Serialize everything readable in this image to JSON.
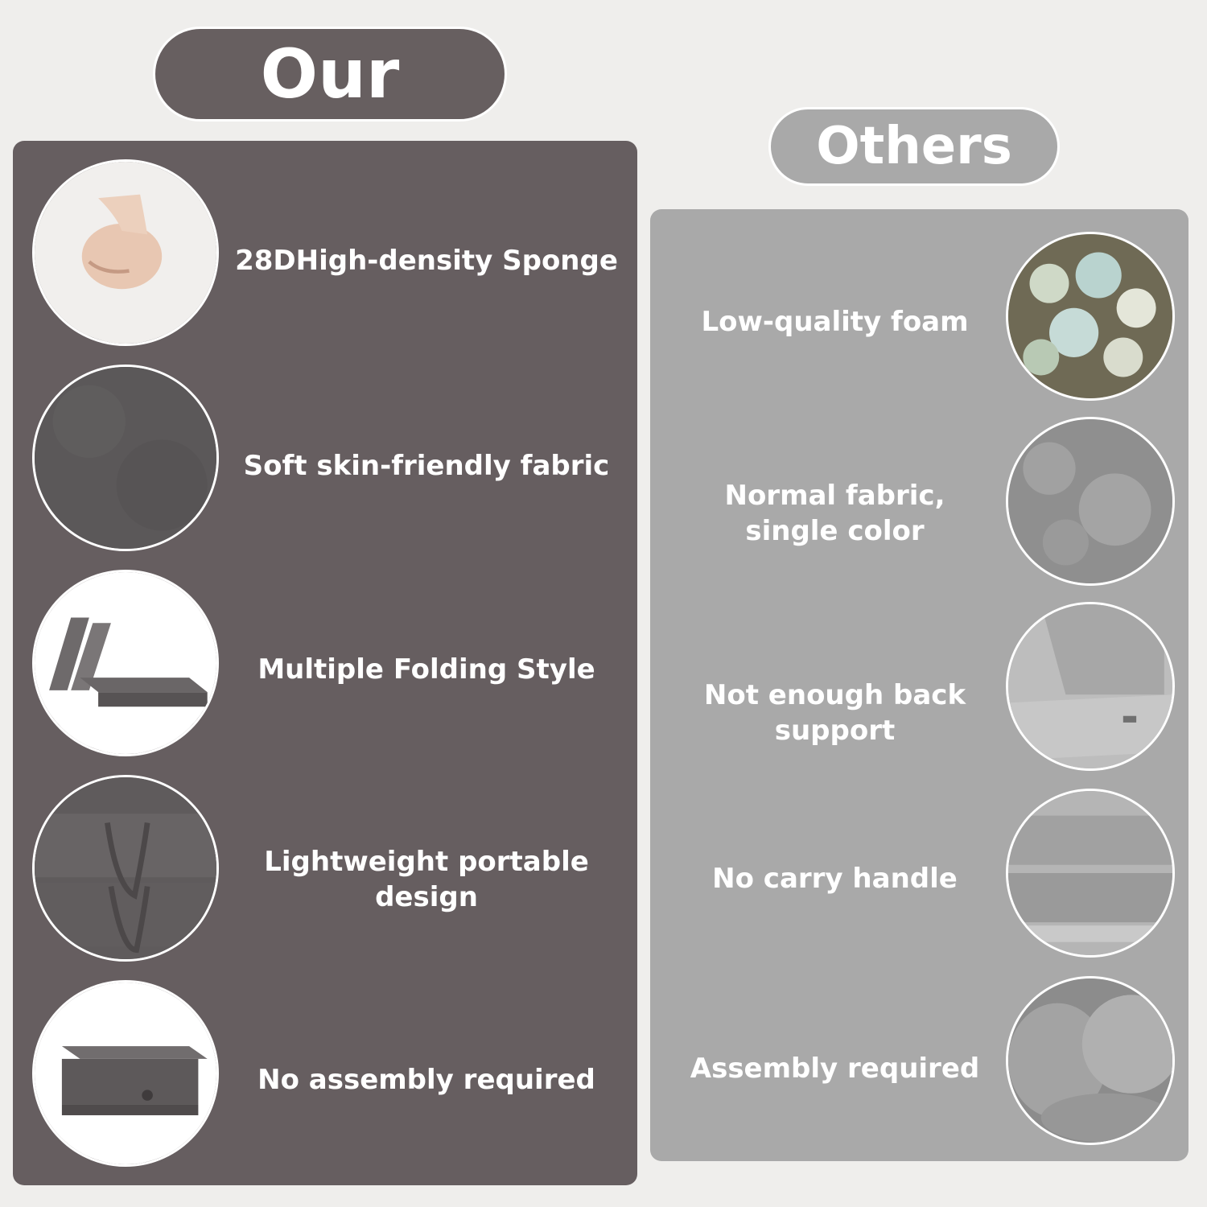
{
  "headers": {
    "our": "Our",
    "others": "Others"
  },
  "our_features": [
    {
      "label": "28DHigh-density Sponge",
      "icon": "fist-pressing-foam-icon"
    },
    {
      "label": "Soft skin-friendly fabric",
      "icon": "gray-fabric-texture-icon"
    },
    {
      "label": "Multiple Folding Style",
      "icon": "folding-mattress-icon"
    },
    {
      "label": "Lightweight portable\ndesign",
      "icon": "carry-handle-bag-icon"
    },
    {
      "label": "No assembly required",
      "icon": "folded-mattress-box-icon"
    }
  ],
  "other_features": [
    {
      "label": "Low-quality foam",
      "icon": "shredded-foam-icon"
    },
    {
      "label": "Normal fabric,\nsingle color",
      "icon": "light-fabric-texture-icon"
    },
    {
      "label": "Not enough back\nsupport",
      "icon": "thin-cushion-icon"
    },
    {
      "label": "No carry handle",
      "icon": "stacked-cushion-icon"
    },
    {
      "label": "Assembly required",
      "icon": "plush-cushion-icon"
    }
  ],
  "colors": {
    "our_panel": "#665e60",
    "others_panel": "#a9a9a9",
    "background": "#efeeec",
    "text": "#ffffff"
  }
}
